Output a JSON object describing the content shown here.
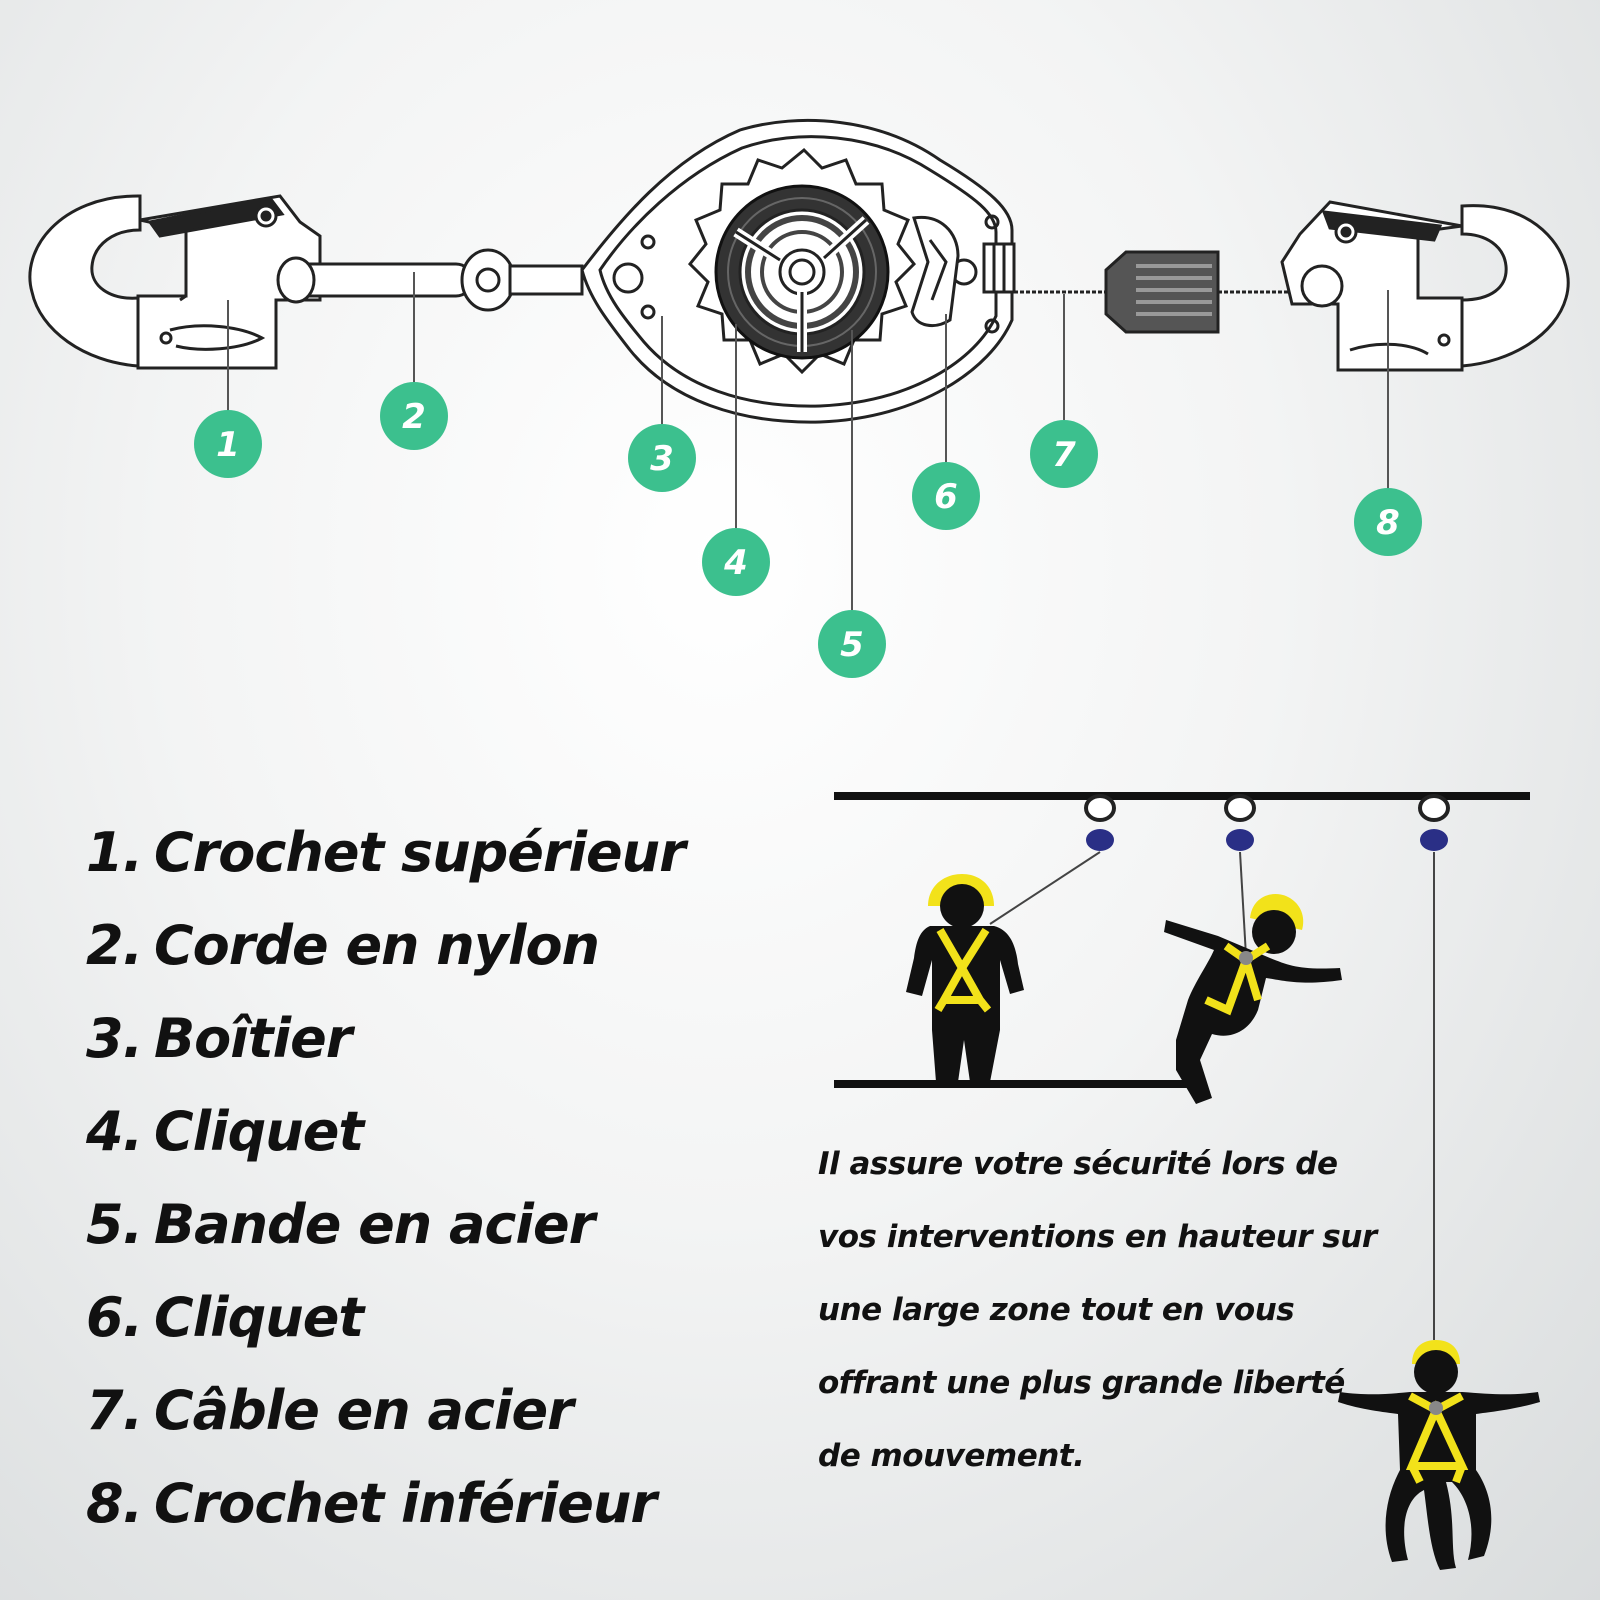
{
  "callouts": [
    {
      "number": "1",
      "label": "Crochet supérieur"
    },
    {
      "number": "2",
      "label": "Corde en nylon"
    },
    {
      "number": "3",
      "label": "Boîtier"
    },
    {
      "number": "4",
      "label": "Cliquet"
    },
    {
      "number": "5",
      "label": "Bande en acier"
    },
    {
      "number": "6",
      "label": "Cliquet"
    },
    {
      "number": "7",
      "label": "Câble en acier"
    },
    {
      "number": "8",
      "label": "Crochet inférieur"
    }
  ],
  "legend_items": [
    {
      "index": "1.",
      "label": "Crochet supérieur"
    },
    {
      "index": "2.",
      "label": "Corde en nylon"
    },
    {
      "index": "3.",
      "label": "Boîtier"
    },
    {
      "index": "4.",
      "label": "Cliquet"
    },
    {
      "index": "5.",
      "label": "Bande en acier"
    },
    {
      "index": "6.",
      "label": "Cliquet"
    },
    {
      "index": "7.",
      "label": "Câble en acier"
    },
    {
      "index": "8.",
      "label": "Crochet inférieur"
    }
  ],
  "description": "Il assure votre sécurité lors de vos interventions en hauteur sur une large zone tout en vous offrant une plus grande liberté de mouvement.",
  "colors": {
    "callout_circle": "#3cc08e",
    "harness_yellow": "#f2e21a",
    "anchor_blue": "#2a2f86",
    "line_art": "#222222"
  },
  "illustration": {
    "figures": [
      "standing-worker",
      "falling-worker",
      "hanging-worker"
    ],
    "icons": [
      "snap-hook-icon",
      "retractable-reel-icon",
      "swivel-hook-icon",
      "anchor-rail-icon"
    ]
  }
}
